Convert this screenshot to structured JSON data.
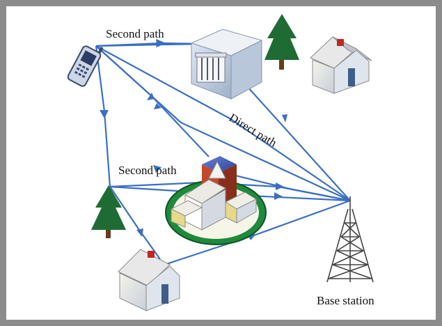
{
  "labels": {
    "second_path_top": "Second path",
    "second_path_mid": "Second path",
    "direct_path": "Direct path",
    "base_station": "Base station"
  },
  "colors": {
    "path_line": "#3a6fc4",
    "frame": "#8c8c8c",
    "tree": "#1f6b34",
    "trunk": "#6b3b1c",
    "ground_ellipse": "#1e8a3c",
    "roof_red": "#c0281f",
    "tower": "#444444"
  },
  "icons": [
    "mobile-phone-icon",
    "office-building-icon",
    "tree-icon",
    "house-icon",
    "city-buildings-icon",
    "base-station-tower-icon"
  ]
}
